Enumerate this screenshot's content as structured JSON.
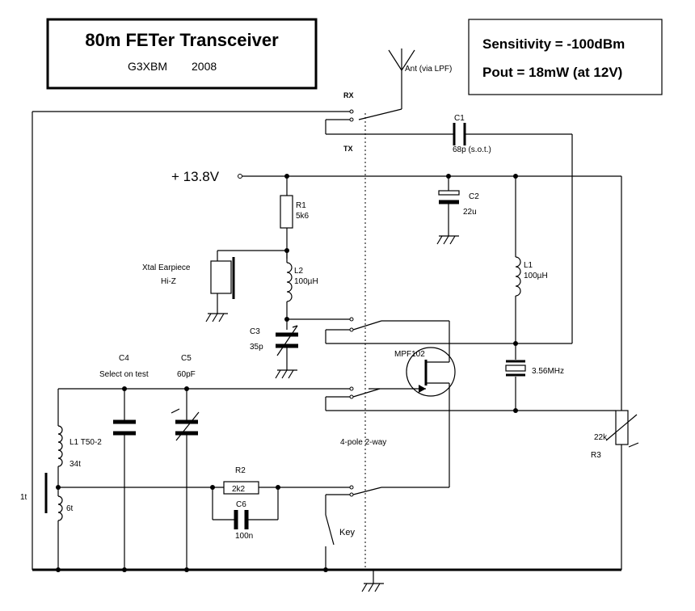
{
  "title_box": {
    "title": "80m FETer Transceiver",
    "author": "G3XBM",
    "year": "2008"
  },
  "spec_box": {
    "sensitivity": "Sensitivity = -100dBm",
    "pout": "Pout = 18mW (at 12V)"
  },
  "supply": {
    "label": "+ 13.8V"
  },
  "antenna": {
    "label": "Ant (via LPF)"
  },
  "switch": {
    "rx_label": "RX",
    "tx_label": "TX",
    "name": "4-pole 2-way"
  },
  "components": {
    "c1": {
      "ref": "C1",
      "value": "68p (s.o.t.)"
    },
    "c2": {
      "ref": "C2",
      "value": "22u"
    },
    "c3": {
      "ref": "C3",
      "value": "35p"
    },
    "c4": {
      "ref": "C4",
      "value": "Select on test"
    },
    "c5": {
      "ref": "C5",
      "value": "60pF"
    },
    "c6": {
      "ref": "C6",
      "value": "100n"
    },
    "r1": {
      "ref": "R1",
      "value": "5k6"
    },
    "r2": {
      "ref": "R2",
      "value": "2k2"
    },
    "r3": {
      "ref": "R3",
      "value": "22k"
    },
    "l1": {
      "ref": "L1",
      "value": "100µH"
    },
    "l2": {
      "ref": "L2",
      "value": "100µH"
    },
    "l_t50": {
      "ref": "L1 T50-2",
      "turns_main": "34t",
      "turns_tap": "6t",
      "link": "1t"
    },
    "xtal": {
      "value": "3.56MHz"
    },
    "fet": {
      "ref": "MPF102"
    },
    "earpiece": {
      "line1": "Xtal Earpiece",
      "line2": "Hi-Z"
    },
    "key": {
      "label": "Key"
    }
  }
}
